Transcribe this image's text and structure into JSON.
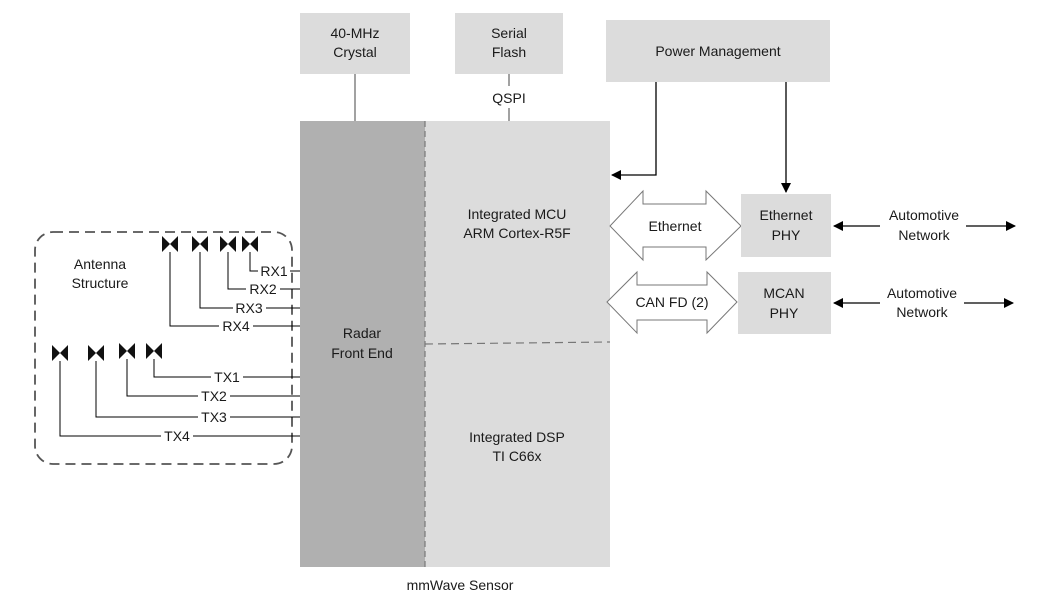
{
  "diagram": {
    "caption": "mmWave Sensor",
    "blocks": {
      "crystal": {
        "line1": "40-MHz",
        "line2": "Crystal"
      },
      "serial_flash": {
        "line1": "Serial",
        "line2": "Flash"
      },
      "qspi_label": "QSPI",
      "power_management": "Power Management",
      "radar_front_end": {
        "line1": "Radar",
        "line2": "Front End"
      },
      "mcu": {
        "line1": "Integrated MCU",
        "line2": "ARM Cortex-R5F"
      },
      "dsp": {
        "line1": "Integrated DSP",
        "line2": "TI C66x"
      },
      "ethernet_phy": {
        "line1": "Ethernet",
        "line2": "PHY"
      },
      "mcan_phy": {
        "line1": "MCAN",
        "line2": "PHY"
      }
    },
    "buses": {
      "ethernet": "Ethernet",
      "can_fd": "CAN FD (2)"
    },
    "networks": [
      {
        "line1": "Automotive",
        "line2": "Network"
      },
      {
        "line1": "Automotive",
        "line2": "Network"
      }
    ],
    "antenna": {
      "title_line1": "Antenna",
      "title_line2": "Structure",
      "rx": [
        "RX1",
        "RX2",
        "RX3",
        "RX4"
      ],
      "tx": [
        "TX1",
        "TX2",
        "TX3",
        "TX4"
      ]
    },
    "colors": {
      "light_block": "#dcdcdc",
      "dark_block": "#b0b0b0",
      "line": "#000000",
      "dashed": "#6e6e6e"
    }
  }
}
